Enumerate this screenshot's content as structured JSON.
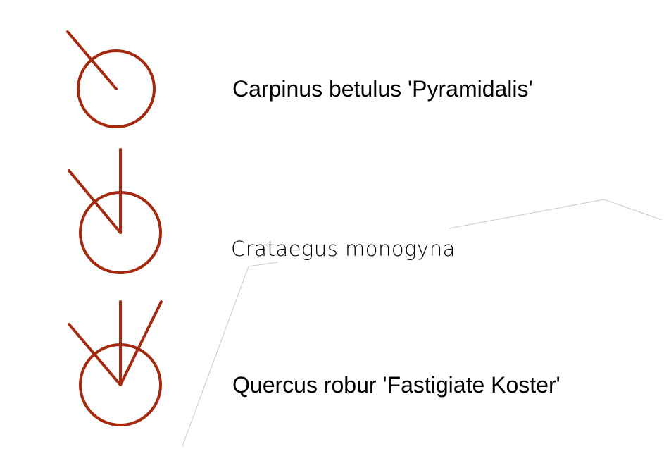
{
  "legend": {
    "items": [
      {
        "label": "Carpinus betulus 'Pyramidalis'",
        "symbol": "carpinus-symbol-icon"
      },
      {
        "label": "Crataegus monogyna",
        "symbol": "crataegus-symbol-icon"
      },
      {
        "label": "Quercus robur 'Fastigiate Koster'",
        "symbol": "quercus-symbol-icon"
      }
    ]
  },
  "colors": {
    "symbol_stroke": "#a3290f",
    "guide_line": "#c8c8c8",
    "background": "#ffffff",
    "text": "#000000"
  }
}
